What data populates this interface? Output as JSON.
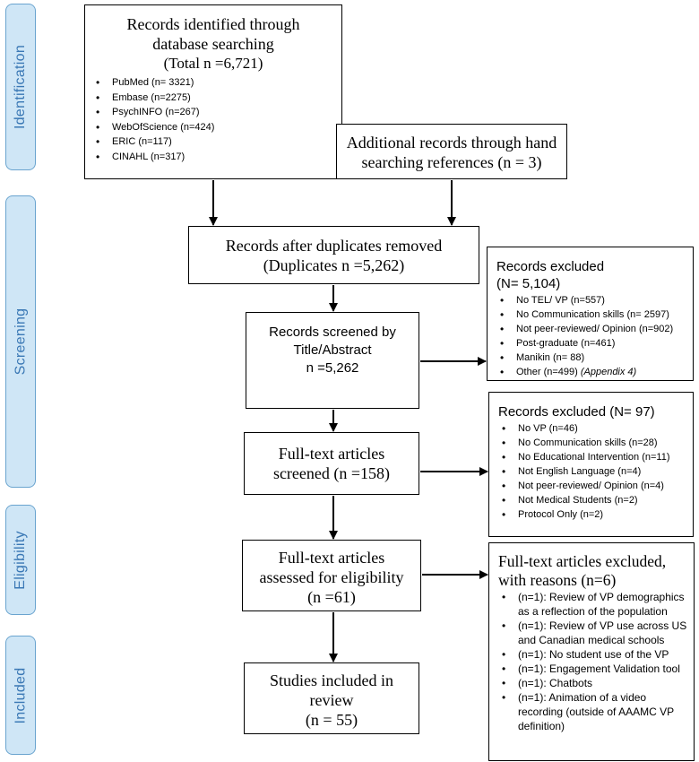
{
  "phases": {
    "identification": "Identification",
    "screening": "Screening",
    "eligibility": "Eligibility",
    "included": "Included"
  },
  "identified": {
    "line1": "Records identified through",
    "line2": "database searching",
    "total": "(Total n =6,721)",
    "items": [
      "PubMed (n= 3321)",
      "Embase (n=2275)",
      "PsychINFO (n=267)",
      "WebOfScience (n=424)",
      "ERIC (n=117)",
      "CINAHL (n=317)"
    ]
  },
  "additional": {
    "line1": "Additional records through hand",
    "line2": "searching references (n = 3)"
  },
  "duplicates": {
    "line1": "Records after duplicates removed",
    "line2": "(Duplicates n =5,262)"
  },
  "screened": {
    "line1": "Records screened by",
    "line2": "Title/Abstract",
    "line3": "n =5,262"
  },
  "excluded1": {
    "title": "Records excluded",
    "count": "(N= 5,104)",
    "items": [
      "No TEL/ VP (n=557)",
      "No Communication skills (n= 2597)",
      "Not peer-reviewed/ Opinion (n=902)",
      "Post-graduate (n=461)",
      "Manikin (n= 88)"
    ],
    "other_text": "Other (n=499) ",
    "other_ref": "(Appendix 4)"
  },
  "fulltext": {
    "line1": "Full-text articles",
    "line2": "screened (n =158)"
  },
  "excluded2": {
    "title": "Records excluded (N= 97)",
    "items": [
      "No VP (n=46)",
      "No Communication skills (n=28)",
      "No Educational Intervention (n=11)",
      "Not English Language (n=4)",
      "Not peer-reviewed/ Opinion (n=4)",
      "Not Medical Students (n=2)",
      "Protocol Only (n=2)"
    ]
  },
  "eligibility": {
    "line1": "Full-text articles",
    "line2": "assessed for eligibility",
    "line3": "(n =61)"
  },
  "excluded3": {
    "line1": "Full-text articles excluded,",
    "line2": "with reasons (n=6)",
    "items": [
      [
        "(n=1): Review of VP demographics",
        "as a reflection of the population"
      ],
      [
        "(n=1): Review of VP use across US",
        "and Canadian medical schools"
      ],
      [
        "(n=1): No student use of the VP"
      ],
      [
        "(n=1): Engagement Validation tool"
      ],
      [
        "(n=1): Chatbots"
      ],
      [
        "(n=1): Animation of a video",
        "recording (outside of AAAMC VP",
        "definition)"
      ]
    ]
  },
  "included": {
    "line1": "Studies included in",
    "line2": "review",
    "line3": "(n = 55)"
  }
}
